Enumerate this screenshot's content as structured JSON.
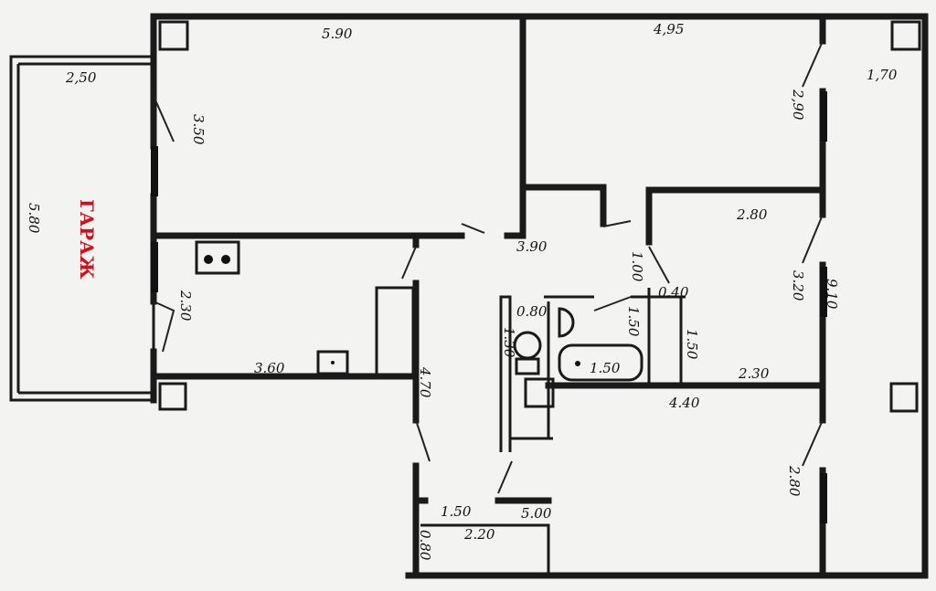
{
  "title": "ГАРАЖ",
  "dimensions": {
    "room1_width": "5.90",
    "room1_depth": "3.50",
    "room2_width": "4,95",
    "hall_right": "1,70",
    "door_right_top": "2,90",
    "garage_width": "2,50",
    "garage_depth": "5.80",
    "kitchen_depth": "2.30",
    "kitchen_width": "3.60",
    "hall_width": "3.90",
    "room3_width": "2.80",
    "room3_depth": "3.20",
    "total_depth": "9.10",
    "closet_depth": "1.00",
    "closet_width": "0.40",
    "wc_width": "0.80",
    "wc_depth": "1.30",
    "bath_depth_a": "1.50",
    "bath_depth_b": "1.50",
    "bath_width": "1.50",
    "room3_bottom": "2.30",
    "corridor_depth": "4.70",
    "room4_width": "4.40",
    "room4_depth": "2.80",
    "entry_width": "1.50",
    "corridor_len": "5.00",
    "balcony_width": "2.20",
    "balcony_depth": "0.80"
  },
  "colors": {
    "wall": "#1a1a1a",
    "garage_label": "#d0101a"
  }
}
